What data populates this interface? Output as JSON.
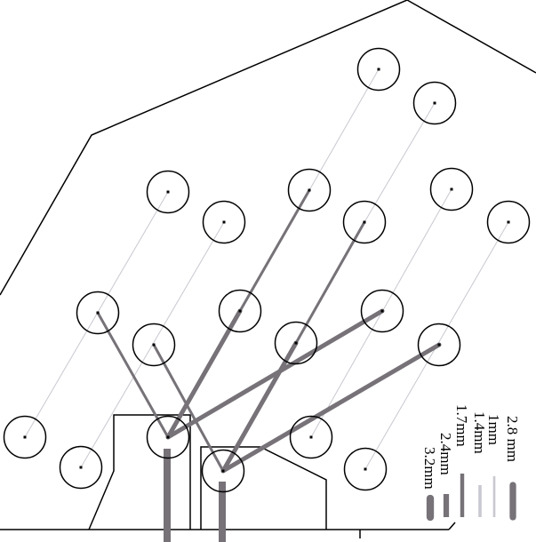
{
  "colors": {
    "outline": "#000000",
    "trace_light": "#c8c8d0",
    "trace": "#767278"
  },
  "legend": [
    {
      "label": "2.8 mm",
      "width_mm": 2.8
    },
    {
      "label": "1mm",
      "width_mm": 1
    },
    {
      "label": "1.4mm",
      "width_mm": 1.4
    },
    {
      "label": "1.7mm",
      "width_mm": 1.7
    },
    {
      "label": "2.4mm",
      "width_mm": 2.4
    },
    {
      "label": "3.2mm",
      "width_mm": 3.2
    }
  ]
}
